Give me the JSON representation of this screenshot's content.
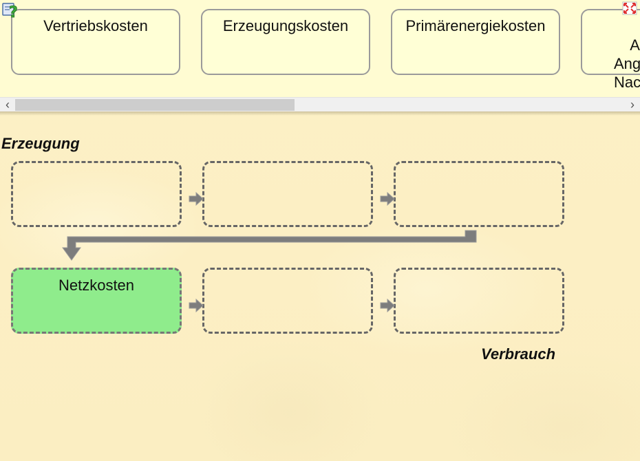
{
  "pool": {
    "cards": [
      {
        "label": "Vertriebskosten"
      },
      {
        "label": "Erzeugungskosten"
      },
      {
        "label": "Primärenergiekosten"
      },
      {
        "label": "Aus\nAng\nNac"
      }
    ]
  },
  "scrollbar": {
    "left_arrow": "‹",
    "right_arrow": "›",
    "thumb_fraction": 0.44
  },
  "icons": {
    "help": "help-icon",
    "fullscreen": "fullscreen-icon"
  },
  "zones": {
    "top_label": "Erzeugung",
    "bottom_label": "Verbrauch"
  },
  "slots": {
    "row1": [
      "",
      "",
      ""
    ],
    "row2": [
      "Netzkosten",
      "",
      ""
    ]
  },
  "colors": {
    "pool_bg": "#fffcd2",
    "card_bg": "#ffffd6",
    "filled_slot": "#8fec8c",
    "arrow": "#7d7d7d"
  }
}
